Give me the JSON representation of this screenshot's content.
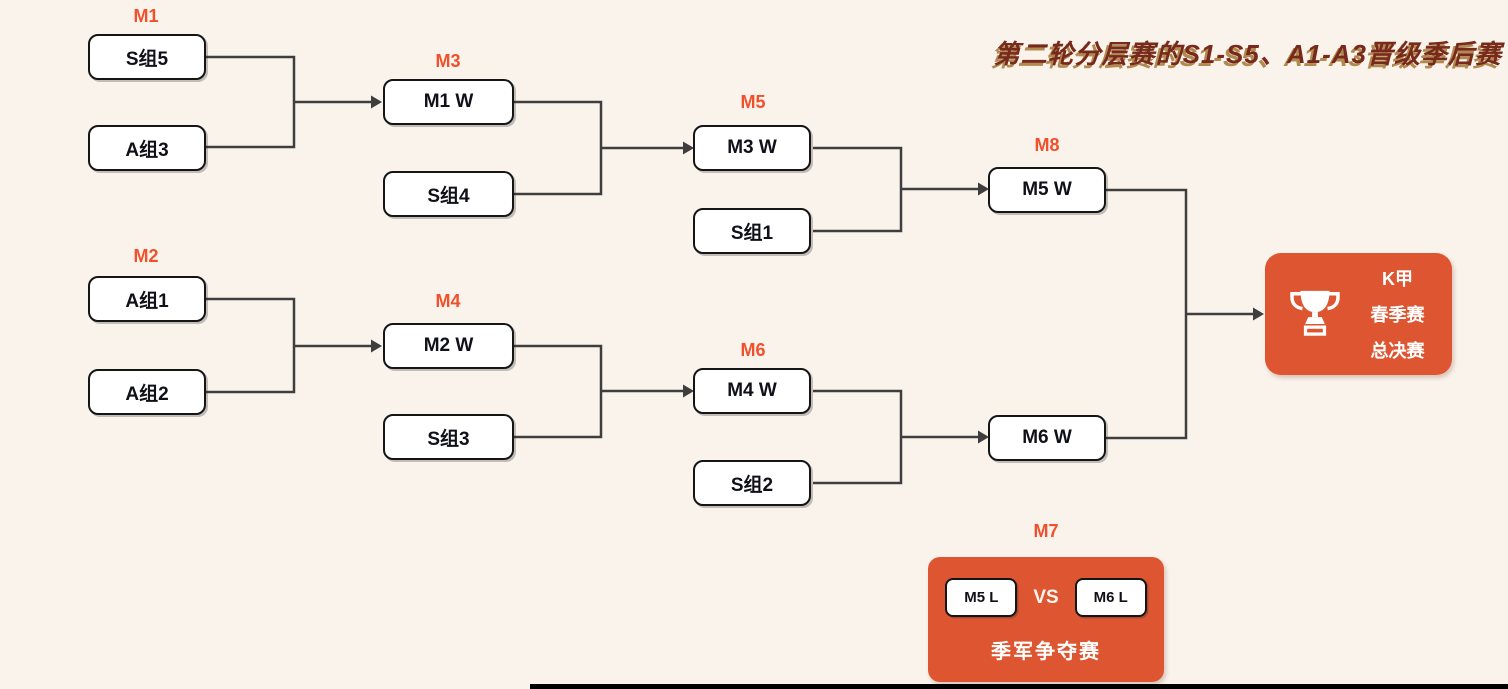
{
  "title": "第二轮分层赛的S1-S5、A1-A3晋级季后赛",
  "colors": {
    "background": "#FAF3EC",
    "accent_orange": "#DE5631",
    "label_orange": "#F0512B",
    "connector": "#3E3E3E",
    "box_background": "#FFFFFF",
    "box_border": "#151515",
    "title_text": "#772A1B",
    "title_shadow": "#B28A50"
  },
  "rounds": {
    "m1": {
      "label": "M1",
      "top": "S组5",
      "bottom": "A组3"
    },
    "m2": {
      "label": "M2",
      "top": "A组1",
      "bottom": "A组2"
    },
    "m3": {
      "label": "M3",
      "top": "M1 W",
      "bottom": "S组4"
    },
    "m4": {
      "label": "M4",
      "top": "M2 W",
      "bottom": "S组3"
    },
    "m5": {
      "label": "M5",
      "top": "M3 W",
      "bottom": "S组1"
    },
    "m6": {
      "label": "M6",
      "top": "M4 W",
      "bottom": "S组2"
    },
    "m8": {
      "label": "M8",
      "top": "M5 W",
      "bottom": "M6 W"
    }
  },
  "final": {
    "icon": "trophy-icon",
    "lines": [
      "K甲",
      "春季赛",
      "总决赛"
    ]
  },
  "third_place": {
    "label": "M7",
    "left": "M5 L",
    "vs": "VS",
    "right": "M6 L",
    "caption": "季军争夺赛"
  }
}
